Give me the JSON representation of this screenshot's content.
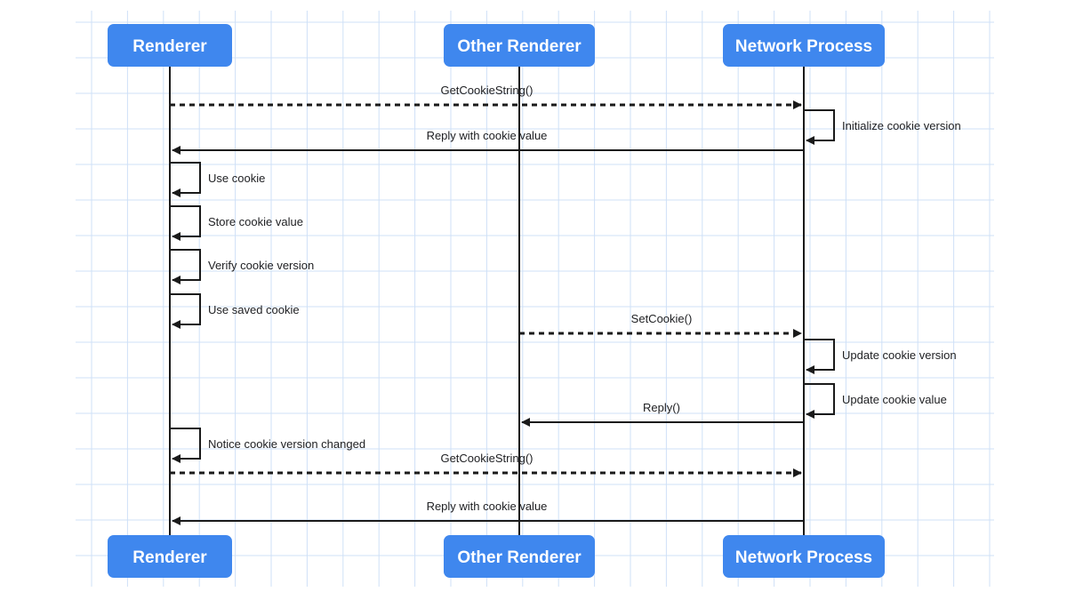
{
  "colors": {
    "actor_fill": "#3f87ee",
    "actor_text": "#ffffff",
    "line": "#1a1a1a",
    "grid": "#cfe0f7"
  },
  "actors": [
    {
      "id": "renderer",
      "label": "Renderer"
    },
    {
      "id": "other",
      "label": "Other Renderer"
    },
    {
      "id": "network",
      "label": "Network Process"
    }
  ],
  "messages": [
    {
      "from": "renderer",
      "to": "network",
      "label": "GetCookieString()",
      "style": "dashed"
    },
    {
      "self": "network",
      "label": "Initialize cookie version"
    },
    {
      "from": "network",
      "to": "renderer",
      "label": "Reply with cookie value",
      "style": "solid"
    },
    {
      "self": "renderer",
      "label": "Use cookie"
    },
    {
      "self": "renderer",
      "label": "Store cookie value"
    },
    {
      "self": "renderer",
      "label": "Verify cookie version"
    },
    {
      "self": "renderer",
      "label": "Use saved cookie"
    },
    {
      "from": "other",
      "to": "network",
      "label": "SetCookie()",
      "style": "dashed"
    },
    {
      "self": "network",
      "label": "Update cookie version"
    },
    {
      "self": "network",
      "label": "Update cookie value"
    },
    {
      "from": "network",
      "to": "other",
      "label": "Reply()",
      "style": "solid"
    },
    {
      "self": "renderer",
      "label": "Notice cookie version changed"
    },
    {
      "from": "renderer",
      "to": "network",
      "label": "GetCookieString()",
      "style": "dashed"
    },
    {
      "from": "network",
      "to": "renderer",
      "label": "Reply with cookie value",
      "style": "solid"
    }
  ]
}
